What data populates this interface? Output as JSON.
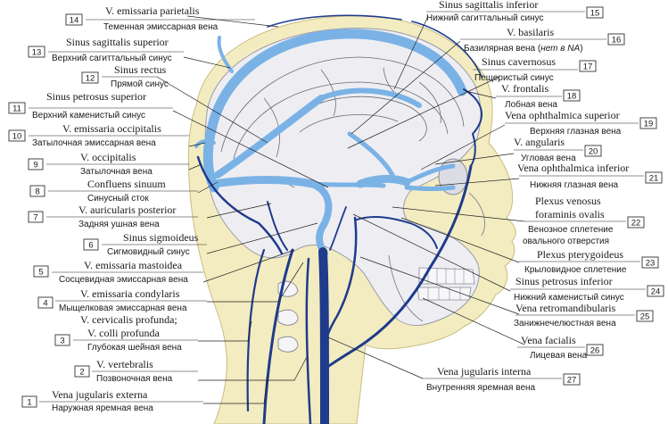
{
  "colors": {
    "skin": "#f3ecc0",
    "skull": "#eeeef2",
    "vein_deep": "#1f3b8c",
    "sinus_light": "#7ab2e6"
  },
  "labels": [
    {
      "num": "1",
      "lat": "Vena jugularis externa",
      "rus": "Наружная яремная вена"
    },
    {
      "num": "2",
      "lat": "V. vertebralis",
      "rus": "Позвоночная вена"
    },
    {
      "num": "3",
      "lat": "V. cervicalis profunda;",
      "lat2": "V. colli profunda",
      "rus": "Глубокая шейная вена"
    },
    {
      "num": "4",
      "lat": "V. emissaria condylaris",
      "rus": "Мыщелковая эмиссарная вена"
    },
    {
      "num": "5",
      "lat": "V. emissaria mastoidea",
      "rus": "Сосцевидная эмиссарная вена"
    },
    {
      "num": "6",
      "lat": "Sinus sigmoideus",
      "rus": "Сигмовидный синус"
    },
    {
      "num": "7",
      "lat": "V. auricularis posterior",
      "rus": "Задняя ушная вена"
    },
    {
      "num": "8",
      "lat": "Confluens sinuum",
      "rus": "Синусный сток"
    },
    {
      "num": "9",
      "lat": "V. occipitalis",
      "rus": "Затылочная вена"
    },
    {
      "num": "10",
      "lat": "V. emissaria occipitalis",
      "rus": "Затылочная эмиссарная вена"
    },
    {
      "num": "11",
      "lat": "Sinus petrosus superior",
      "rus": "Верхний каменистый синус"
    },
    {
      "num": "12",
      "lat": "Sinus rectus",
      "rus": "Прямой синус"
    },
    {
      "num": "13",
      "lat": "Sinus sagittalis superior",
      "rus": "Верхний сагиттальный синус"
    },
    {
      "num": "14",
      "lat": "V. emissaria parietalis",
      "rus": "Теменная эмиссарная вена"
    },
    {
      "num": "15",
      "lat": "Sinus sagittalis inferior",
      "rus": "Нижний сагиттальный синус"
    },
    {
      "num": "16",
      "lat": "V. basilaris",
      "rus": "Базилярная вена (",
      "rus_em": "нет в NA",
      "rus_end": ")"
    },
    {
      "num": "17",
      "lat": "Sinus cavernosus",
      "rus": "Пещеристый синус"
    },
    {
      "num": "18",
      "lat": "V. frontalis",
      "rus": "Лобная вена"
    },
    {
      "num": "19",
      "lat": "Vena ophthalmica superior",
      "rus": "Верхняя глазная вена"
    },
    {
      "num": "20",
      "lat": "V. angularis",
      "rus": "Угловая вена"
    },
    {
      "num": "21",
      "lat": "Vena ophthalmica inferior",
      "rus": "Нижняя глазная вена"
    },
    {
      "num": "22",
      "lat": "Plexus venosus",
      "lat2": "foraminis ovalis",
      "rus": "Венозное сплетение",
      "rus2": "овального отверстия"
    },
    {
      "num": "23",
      "lat": "Plexus pterygoideus",
      "rus": "Крыловидное сплетение"
    },
    {
      "num": "24",
      "lat": "Sinus petrosus inferior",
      "rus": "Нижний каменистый синус"
    },
    {
      "num": "25",
      "lat": "Vena retromandibularis",
      "rus": "Занижнечелюстная вена"
    },
    {
      "num": "26",
      "lat": "Vena facialis",
      "rus": "Лицевая вена"
    },
    {
      "num": "27",
      "lat": "Vena jugularis interna",
      "rus": "Внутренняя яремная вена"
    }
  ]
}
